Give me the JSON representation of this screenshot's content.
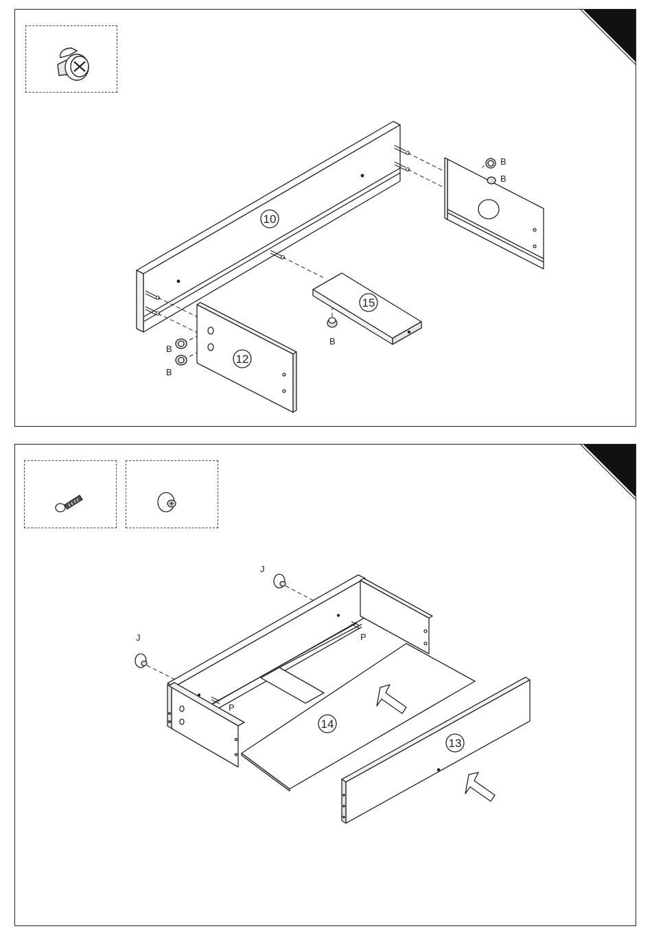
{
  "step1": {
    "part_numbers": {
      "back_panel": "10",
      "left_side": "12",
      "divider": "15"
    },
    "hardware_labels": {
      "cam_top": "B",
      "cam_bottom": "B",
      "cam_divider": "B",
      "cam_left_top": "B",
      "cam_left_bottom": "B"
    },
    "hardware_icons": [
      "cam-lock-icon"
    ]
  },
  "step2": {
    "part_numbers": {
      "bottom_board": "14",
      "front_panel": "13"
    },
    "hardware_labels": {
      "screw_top": "J",
      "screw_left": "J",
      "dowel_top": "P",
      "dowel_left": "P"
    },
    "hardware_icons": [
      "bolt-icon",
      "cam-cover-icon"
    ]
  },
  "colors": {
    "line": "#222222",
    "corner": "#111111",
    "background": "#ffffff"
  }
}
